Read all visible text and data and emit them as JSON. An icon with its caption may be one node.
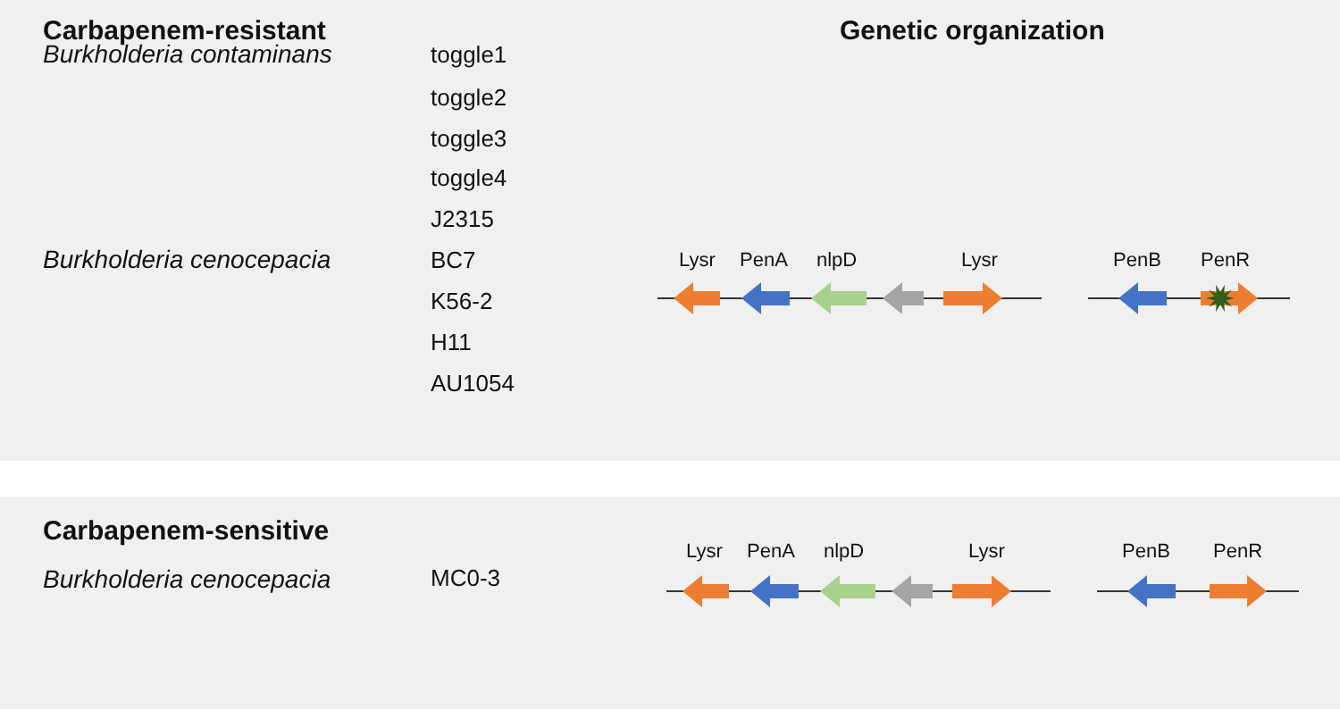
{
  "diagram": {
    "labels": [
      "Carbapenem-resistant",
      "Genetic  organization",
      "Burkholderia contaminans",
      "toggle1",
      "toggle2",
      "toggle3",
      "toggle4",
      "J2315",
      "Burkholderia cenocepacia",
      "BC7",
      "K56-2",
      "H11",
      "AU1054",
      "Lysr",
      "PenA",
      "nlpD",
      "Lysr",
      "PenB",
      "PenR",
      "Carbapenem-sensitive",
      "Burkholderia cenocepacia",
      "MC0-3",
      "Lysr",
      "PenA",
      "nlpD",
      "Lysr",
      "PenB",
      "PenR"
    ]
  }
}
